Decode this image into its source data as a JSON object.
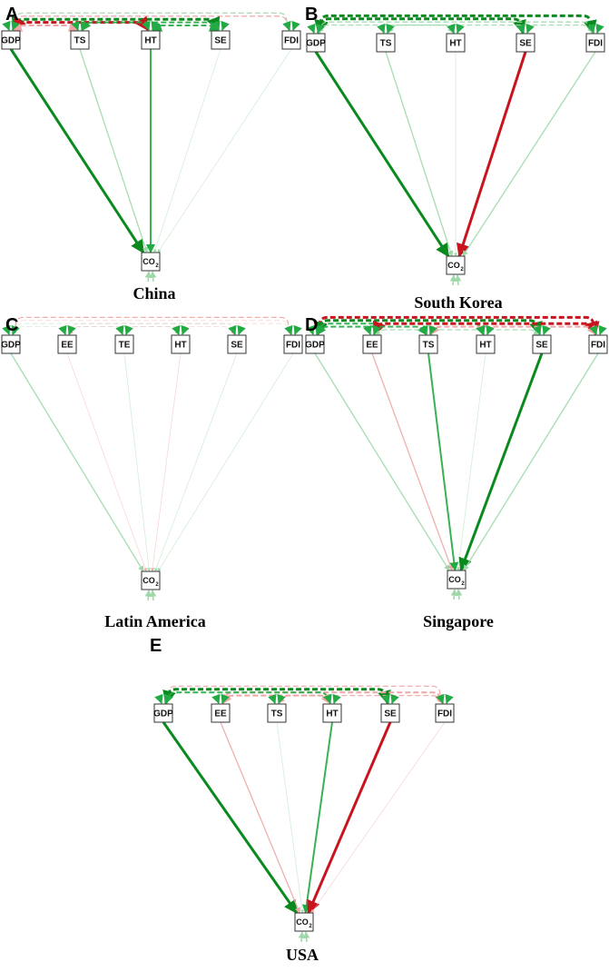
{
  "colors": {
    "positive_strong": "#0a8a1e",
    "positive_mid": "#22aa44",
    "positive_light": "#9fd8a8",
    "negative_strong": "#c8141e",
    "negative_light": "#eea6a6"
  },
  "panels": [
    {
      "letter": "A",
      "title": "China",
      "sources": [
        "GDP",
        "TS",
        "HT",
        "SE",
        "FDI"
      ],
      "target_main": "CO",
      "target_sub": "2",
      "paths": [
        {
          "from": "GDP",
          "sign": "pos",
          "strength": "strong"
        },
        {
          "from": "TS",
          "sign": "pos",
          "strength": "light"
        },
        {
          "from": "HT",
          "sign": "pos",
          "strength": "mid"
        },
        {
          "from": "SE",
          "sign": "pos",
          "strength": "faint"
        },
        {
          "from": "FDI",
          "sign": "pos",
          "strength": "faint"
        }
      ],
      "covariances": [
        {
          "from": "GDP",
          "to": "FDI",
          "sign": "pos",
          "strength": "light",
          "level": 4
        },
        {
          "from": "GDP",
          "to": "FDI",
          "sign": "neg",
          "strength": "light",
          "level": 3
        },
        {
          "from": "GDP",
          "to": "SE",
          "sign": "pos",
          "strength": "strong",
          "level": 2
        },
        {
          "from": "GDP",
          "to": "HT",
          "sign": "neg",
          "strength": "strong",
          "level": 1
        },
        {
          "from": "TS",
          "to": "SE",
          "sign": "pos",
          "strength": "mid",
          "level": 1
        },
        {
          "from": "HT",
          "to": "SE",
          "sign": "pos",
          "strength": "mid",
          "level": 0
        },
        {
          "from": "GDP",
          "to": "TS",
          "sign": "neg",
          "strength": "mid",
          "level": 0
        }
      ]
    },
    {
      "letter": "B",
      "title": "South Korea",
      "sources": [
        "GDP",
        "TS",
        "HT",
        "SE",
        "FDI"
      ],
      "target_main": "CO",
      "target_sub": "2",
      "paths": [
        {
          "from": "GDP",
          "sign": "pos",
          "strength": "strong"
        },
        {
          "from": "TS",
          "sign": "pos",
          "strength": "light"
        },
        {
          "from": "HT",
          "sign": "pos",
          "strength": "faint"
        },
        {
          "from": "SE",
          "sign": "neg",
          "strength": "strong"
        },
        {
          "from": "FDI",
          "sign": "pos",
          "strength": "light"
        }
      ],
      "covariances": [
        {
          "from": "GDP",
          "to": "FDI",
          "sign": "pos",
          "strength": "strong",
          "level": 4
        },
        {
          "from": "GDP",
          "to": "SE",
          "sign": "pos",
          "strength": "strong",
          "level": 3
        },
        {
          "from": "GDP",
          "to": "FDI",
          "sign": "pos",
          "strength": "light",
          "level": 2
        },
        {
          "from": "GDP",
          "to": "HT",
          "sign": "pos",
          "strength": "light",
          "level": 1
        },
        {
          "from": "TS",
          "to": "FDI",
          "sign": "pos",
          "strength": "light",
          "level": 1
        }
      ]
    },
    {
      "letter": "C",
      "title": "Latin America",
      "sources": [
        "GDP",
        "EE",
        "TE",
        "HT",
        "SE",
        "FDI"
      ],
      "target_main": "CO",
      "target_sub": "2",
      "paths": [
        {
          "from": "GDP",
          "sign": "pos",
          "strength": "light"
        },
        {
          "from": "EE",
          "sign": "neg",
          "strength": "faint"
        },
        {
          "from": "TE",
          "sign": "pos",
          "strength": "faint"
        },
        {
          "from": "HT",
          "sign": "neg",
          "strength": "faint"
        },
        {
          "from": "SE",
          "sign": "pos",
          "strength": "faint"
        },
        {
          "from": "FDI",
          "sign": "pos",
          "strength": "faint"
        }
      ],
      "covariances": [
        {
          "from": "GDP",
          "to": "FDI",
          "sign": "neg",
          "strength": "light",
          "level": 4
        },
        {
          "from": "GDP",
          "to": "FDI",
          "sign": "neg",
          "strength": "faint",
          "level": 3
        },
        {
          "from": "GDP",
          "to": "SE",
          "sign": "pos",
          "strength": "faint",
          "level": 2
        },
        {
          "from": "EE",
          "to": "FDI",
          "sign": "neg",
          "strength": "faint",
          "level": 2
        },
        {
          "from": "GDP",
          "to": "HT",
          "sign": "pos",
          "strength": "faint",
          "level": 1
        },
        {
          "from": "EE",
          "to": "SE",
          "sign": "neg",
          "strength": "faint",
          "level": 1
        }
      ]
    },
    {
      "letter": "D",
      "title": "Singapore",
      "sources": [
        "GDP",
        "EE",
        "TS",
        "HT",
        "SE",
        "FDI"
      ],
      "target_main": "CO",
      "target_sub": "2",
      "paths": [
        {
          "from": "GDP",
          "sign": "pos",
          "strength": "light"
        },
        {
          "from": "EE",
          "sign": "neg",
          "strength": "light"
        },
        {
          "from": "TS",
          "sign": "pos",
          "strength": "mid"
        },
        {
          "from": "HT",
          "sign": "pos",
          "strength": "faint"
        },
        {
          "from": "SE",
          "sign": "pos",
          "strength": "strong"
        },
        {
          "from": "FDI",
          "sign": "pos",
          "strength": "light"
        }
      ],
      "covariances": [
        {
          "from": "GDP",
          "to": "FDI",
          "sign": "neg",
          "strength": "strong",
          "level": 4
        },
        {
          "from": "GDP",
          "to": "SE",
          "sign": "pos",
          "strength": "strong",
          "level": 3
        },
        {
          "from": "GDP",
          "to": "HT",
          "sign": "pos",
          "strength": "mid",
          "level": 2
        },
        {
          "from": "EE",
          "to": "FDI",
          "sign": "neg",
          "strength": "strong",
          "level": 2
        },
        {
          "from": "GDP",
          "to": "TS",
          "sign": "pos",
          "strength": "mid",
          "level": 1
        },
        {
          "from": "TS",
          "to": "FDI",
          "sign": "neg",
          "strength": "mid",
          "level": 1
        },
        {
          "from": "EE",
          "to": "SE",
          "sign": "pos",
          "strength": "light",
          "level": 0
        }
      ]
    },
    {
      "letter": "E",
      "title": "USA",
      "sources": [
        "GDP",
        "EE",
        "TS",
        "HT",
        "SE",
        "FDI"
      ],
      "target_main": "CO",
      "target_sub": "2",
      "paths": [
        {
          "from": "GDP",
          "sign": "pos",
          "strength": "strong"
        },
        {
          "from": "EE",
          "sign": "neg",
          "strength": "light"
        },
        {
          "from": "TS",
          "sign": "pos",
          "strength": "faint"
        },
        {
          "from": "HT",
          "sign": "pos",
          "strength": "mid"
        },
        {
          "from": "SE",
          "sign": "neg",
          "strength": "strong"
        },
        {
          "from": "FDI",
          "sign": "neg",
          "strength": "faint"
        }
      ],
      "covariances": [
        {
          "from": "GDP",
          "to": "FDI",
          "sign": "neg",
          "strength": "light",
          "level": 4
        },
        {
          "from": "GDP",
          "to": "SE",
          "sign": "pos",
          "strength": "strong",
          "level": 3
        },
        {
          "from": "EE",
          "to": "FDI",
          "sign": "neg",
          "strength": "mid",
          "level": 2
        },
        {
          "from": "GDP",
          "to": "HT",
          "sign": "pos",
          "strength": "mid",
          "level": 2
        },
        {
          "from": "TS",
          "to": "FDI",
          "sign": "neg",
          "strength": "light",
          "level": 1
        },
        {
          "from": "EE",
          "to": "HT",
          "sign": "neg",
          "strength": "mid",
          "level": 1
        }
      ]
    }
  ]
}
